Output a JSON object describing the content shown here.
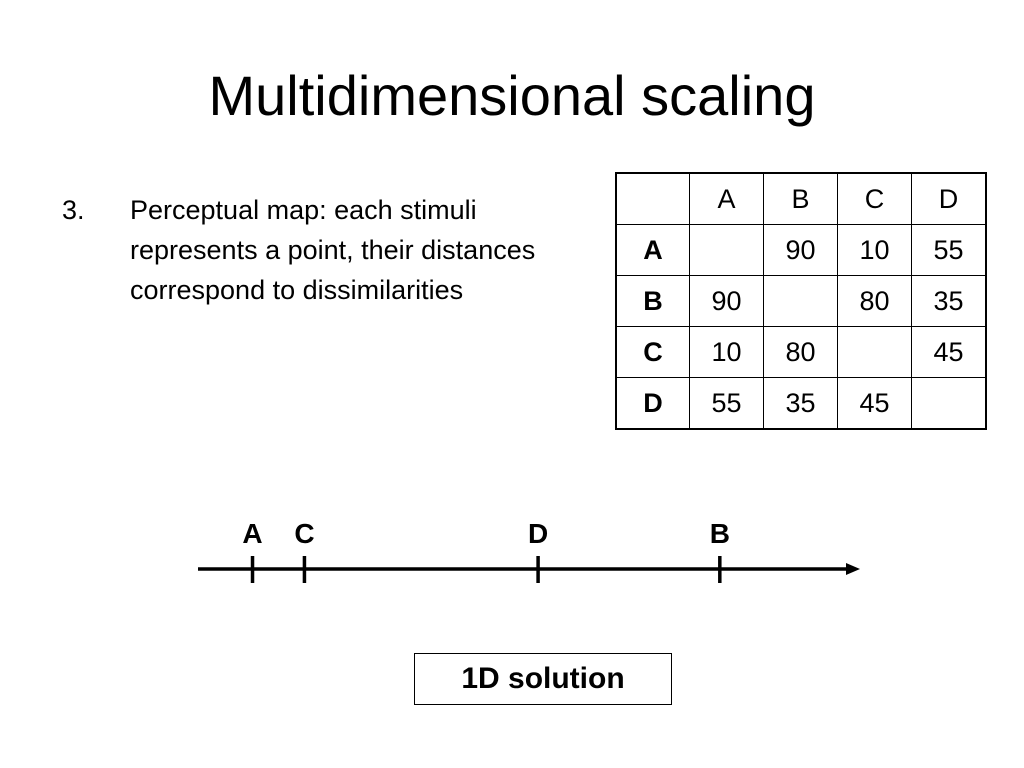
{
  "slide": {
    "title": "Multidimensional scaling",
    "bullet_number": "3.",
    "bullet_text": "Perceptual map: each stimuli represents a point, their distances correspond to dissimilarities"
  },
  "matrix": {
    "columns": [
      "A",
      "B",
      "C",
      "D"
    ],
    "rows": [
      {
        "label": "A",
        "cells": [
          "",
          "90",
          "10",
          "55"
        ]
      },
      {
        "label": "B",
        "cells": [
          "90",
          "",
          "80",
          "35"
        ]
      },
      {
        "label": "C",
        "cells": [
          "10",
          "80",
          "",
          "45"
        ]
      },
      {
        "label": "D",
        "cells": [
          "55",
          "35",
          "45",
          ""
        ]
      }
    ]
  },
  "solution": {
    "label": "1D solution",
    "points": [
      {
        "label": "A",
        "position": 0
      },
      {
        "label": "C",
        "position": 10
      },
      {
        "label": "D",
        "position": 55
      },
      {
        "label": "B",
        "position": 90
      }
    ],
    "axis_range": [
      -10.5,
      117
    ]
  }
}
